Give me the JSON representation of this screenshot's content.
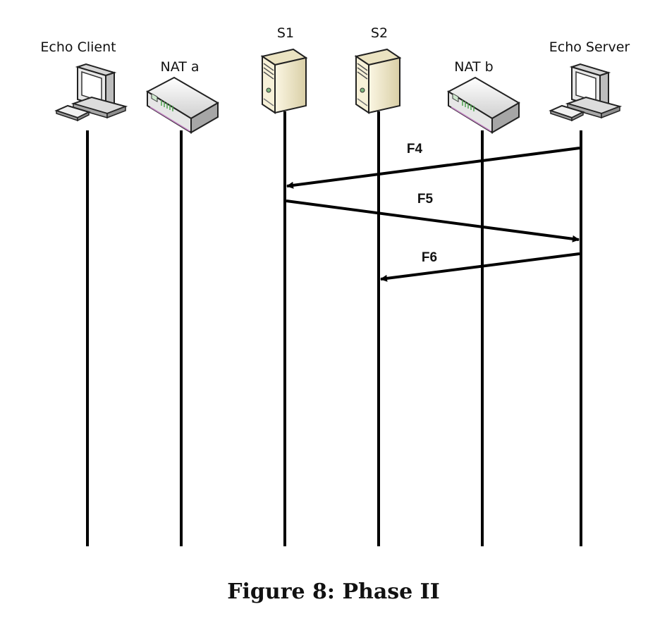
{
  "nodes": [
    {
      "id": "echo-client",
      "label": "Echo Client",
      "icon": "computer-icon"
    },
    {
      "id": "nat-a",
      "label": "NAT a",
      "icon": "router-icon"
    },
    {
      "id": "s1",
      "label": "S1",
      "icon": "server-icon"
    },
    {
      "id": "s2",
      "label": "S2",
      "icon": "server-icon"
    },
    {
      "id": "nat-b",
      "label": "NAT b",
      "icon": "router-icon"
    },
    {
      "id": "echo-server",
      "label": "Echo Server",
      "icon": "computer-icon"
    }
  ],
  "messages": [
    {
      "label": "F4",
      "from": "echo-server",
      "to": "s1"
    },
    {
      "label": "F5",
      "from": "s1",
      "to": "echo-server"
    },
    {
      "label": "F6",
      "from": "echo-server",
      "to": "s2"
    }
  ],
  "caption": "Figure 8: Phase II"
}
